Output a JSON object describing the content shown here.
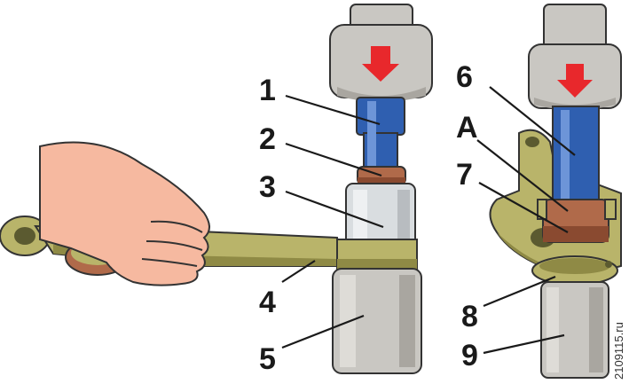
{
  "figure": {
    "background": "#ffffff",
    "colors": {
      "press_gray": "#c9c7c2",
      "press_shade": "#a9a6a0",
      "punch_blue": "#2f5fb0",
      "punch_blue_light": "#6d95d8",
      "bushing_copper": "#b06a4a",
      "bushing_copper_dark": "#8a4a30",
      "lever_olive": "#b9b46a",
      "lever_olive_dark": "#8f8a45",
      "sleeve_silver": "#d9dde0",
      "skin": "#f6b9a0",
      "arrow_red": "#e8282c"
    },
    "icons": {
      "press_arrow": "down-arrow-icon",
      "hand": "hand-icon"
    },
    "callouts": [
      "1",
      "2",
      "3",
      "4",
      "5",
      "6",
      "A",
      "7",
      "8",
      "9"
    ],
    "watermark": "2109115.ru"
  }
}
